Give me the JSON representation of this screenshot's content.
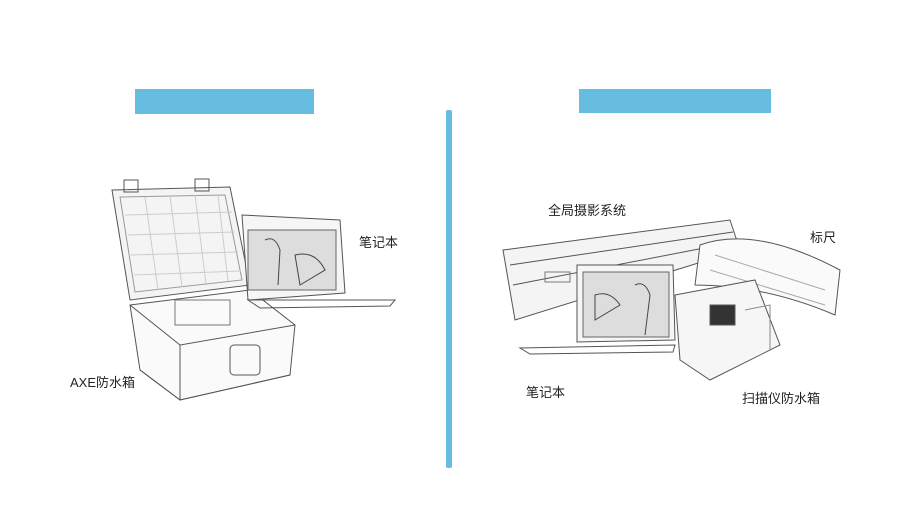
{
  "left_panel": {
    "labels": {
      "laptop": "笔记本",
      "case": "AXE防水箱"
    }
  },
  "right_panel": {
    "labels": {
      "camera_system": "全局摄影系统",
      "ruler": "标尺",
      "laptop": "笔记本",
      "scanner_case": "扫描仪防水箱"
    }
  },
  "colors": {
    "accent": "#67bde0"
  }
}
